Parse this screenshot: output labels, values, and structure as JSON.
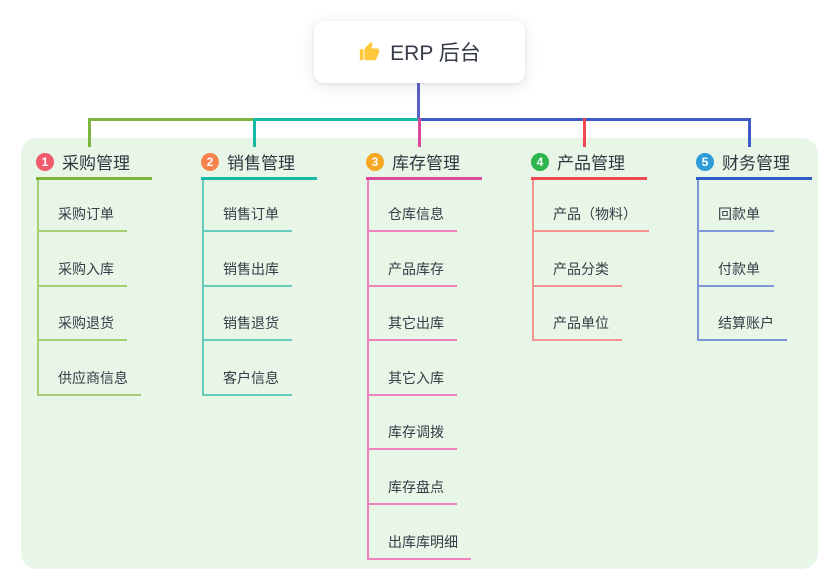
{
  "root": {
    "icon": "thumbs-up",
    "label": "ERP 后台"
  },
  "canvas": {
    "background": "#ffffff",
    "panel_color": "#e7f6e7"
  },
  "connectors": {
    "root_stem_color": "#5b5fc9",
    "bar_segments": [
      {
        "from_branch": 0,
        "to_branch": 1,
        "color": "#7db63f"
      },
      {
        "from_branch": 1,
        "to_branch": 2,
        "color": "#16b9a6"
      },
      {
        "from_branch": 2,
        "to_branch": 4,
        "color": "#3e5bc8"
      }
    ],
    "drop_colors": [
      "#7db63f",
      "#16b9a6",
      "#d94a9d",
      "#f04850",
      "#3e5bc8"
    ]
  },
  "branches": [
    {
      "badge": "1",
      "badge_color": "#f15a6b",
      "label": "采购管理",
      "line_color": "#7db63f",
      "sub_color": "#a6cf74",
      "items": [
        "采购订单",
        "采购入库",
        "采购退货",
        "供应商信息"
      ]
    },
    {
      "badge": "2",
      "badge_color": "#f8834d",
      "label": "销售管理",
      "line_color": "#16b9a6",
      "sub_color": "#6bcbbb",
      "items": [
        "销售订单",
        "销售出库",
        "销售退货",
        "客户信息"
      ]
    },
    {
      "badge": "3",
      "badge_color": "#f6a723",
      "label": "库存管理",
      "line_color": "#d94a9d",
      "sub_color": "#ef82bc",
      "items": [
        "仓库信息",
        "产品库存",
        "其它出库",
        "其它入库",
        "库存调拨",
        "库存盘点",
        "出库库明细"
      ]
    },
    {
      "badge": "4",
      "badge_color": "#2fb54e",
      "label": "产品管理",
      "line_color": "#f04850",
      "sub_color": "#f4938f",
      "items": [
        "产品（物料）",
        "产品分类",
        "产品单位"
      ]
    },
    {
      "badge": "5",
      "badge_color": "#2e9cd6",
      "label": "财务管理",
      "line_color": "#2f5bc2",
      "sub_color": "#7d95d9",
      "items": [
        "回款单",
        "付款单",
        "结算账户"
      ]
    }
  ]
}
